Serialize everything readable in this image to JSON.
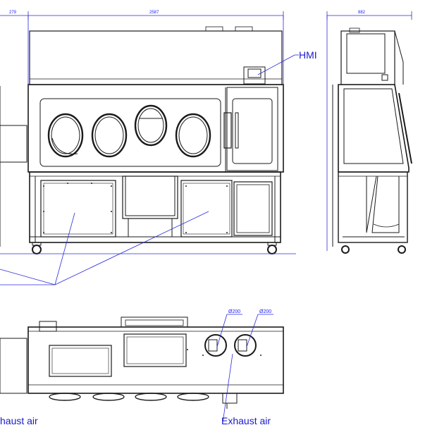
{
  "dimensions": {
    "left_width": "279",
    "front_width": "2587",
    "side_width": "882",
    "port_diameter_1": "Ø200",
    "port_diameter_2": "Ø200"
  },
  "callouts": {
    "hmi": "HMI",
    "exhaust_left": "haust air",
    "exhaust_right": "Exhaust air"
  },
  "colors": {
    "line": "#1a1a1a",
    "annotation": "#1a1aff"
  }
}
